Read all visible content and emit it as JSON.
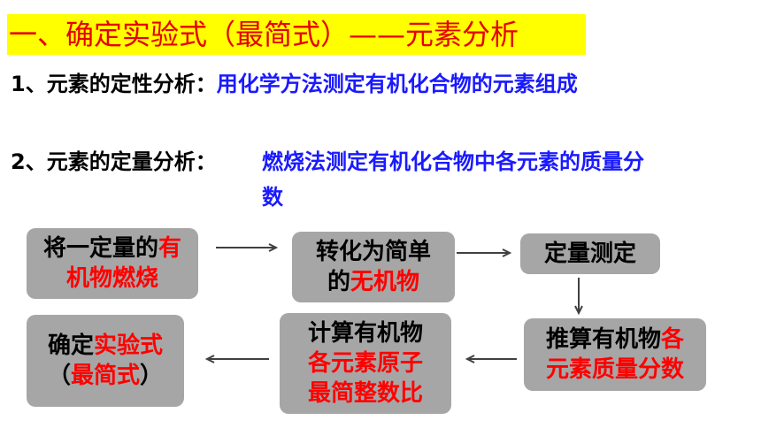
{
  "title": "一、确定实验式（最简式）——元素分析",
  "item1": {
    "label": "1、元素的定性分析：",
    "text": "用化学方法测定有机化合物的元素组成"
  },
  "item2": {
    "label": "2、元素的定量分析：",
    "text_line1": "燃烧法测定有机化合物中各元素的质量分",
    "text_line2": "数"
  },
  "flow": {
    "box1": {
      "part1": "将一定量的",
      "part2": "有",
      "part3": "机物燃烧"
    },
    "box2": {
      "line1": "转化为简单",
      "part1": "的",
      "part2": "无机物"
    },
    "box3": {
      "text": "定量测定"
    },
    "box4": {
      "part1": "推算有机物",
      "part2": "各",
      "part3": "元素质量分数"
    },
    "box5": {
      "line1": "计算有机物",
      "line2": "各元素原子",
      "line3": "最简整数比"
    },
    "box6": {
      "part1": "确定",
      "part2": "实验式",
      "part3": "（",
      "part4": "最简式",
      "part5": "）"
    }
  },
  "colors": {
    "title": "#e60000",
    "title_bg": "#ffff00",
    "highlight_red": "#ff0000",
    "blue_text": "#1a1aff",
    "box_bg": "#a6a6a6"
  }
}
